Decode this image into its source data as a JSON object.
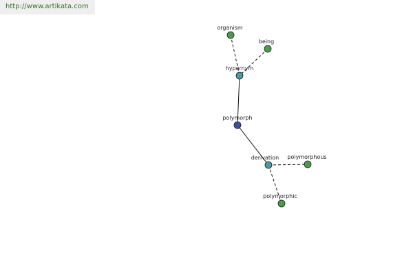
{
  "header": {
    "url": "http://www.artikata.com"
  },
  "graph": {
    "nodes": [
      {
        "id": "organism",
        "label": "organism",
        "color": "#4e9a4c"
      },
      {
        "id": "being",
        "label": "being",
        "color": "#4e9a4c"
      },
      {
        "id": "hypernym",
        "label": "hypernym",
        "color": "#4a9aa0"
      },
      {
        "id": "polymorph",
        "label": "polymorph",
        "color": "#3d4e9a"
      },
      {
        "id": "derivation",
        "label": "derivation",
        "color": "#4a9aa0"
      },
      {
        "id": "polymorphous",
        "label": "polymorphous",
        "color": "#4e9a4c"
      },
      {
        "id": "polymorphic",
        "label": "polymorphic",
        "color": "#4e9a4c"
      }
    ],
    "edges": [
      {
        "from": "organism",
        "to": "hypernym",
        "style": "dashed"
      },
      {
        "from": "being",
        "to": "hypernym",
        "style": "dashed"
      },
      {
        "from": "hypernym",
        "to": "polymorph",
        "style": "solid"
      },
      {
        "from": "polymorph",
        "to": "derivation",
        "style": "solid"
      },
      {
        "from": "derivation",
        "to": "polymorphous",
        "style": "dashed"
      },
      {
        "from": "derivation",
        "to": "polymorphic",
        "style": "dashed"
      }
    ]
  }
}
